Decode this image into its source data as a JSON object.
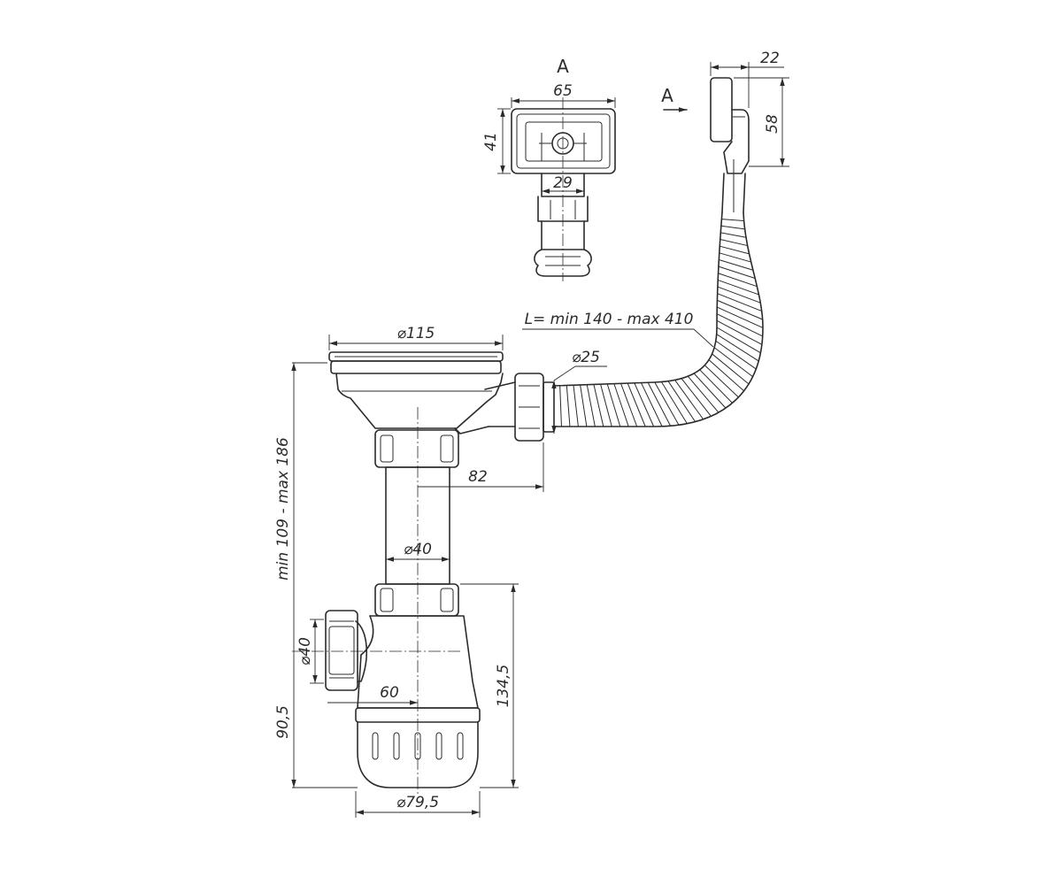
{
  "view_label": "A",
  "view_arrow_label": "A",
  "dimensions": {
    "outlet_width": "65",
    "outlet_height": "41",
    "outlet_nozzle": "29",
    "overflow_depth": "22",
    "overflow_height": "58",
    "hose_length": "L= min 140 - max 410",
    "strainer_diameter": "⌀115",
    "hose_diameter": "⌀25",
    "overflow_offset": "82",
    "tailpiece_diameter": "⌀40",
    "total_height": "min 109 - max 186",
    "outlet_diameter": "⌀40",
    "outlet_offset": "60",
    "outlet_height_from_bottom": "90,5",
    "trap_height": "134,5",
    "bottle_diameter": "⌀79,5"
  }
}
